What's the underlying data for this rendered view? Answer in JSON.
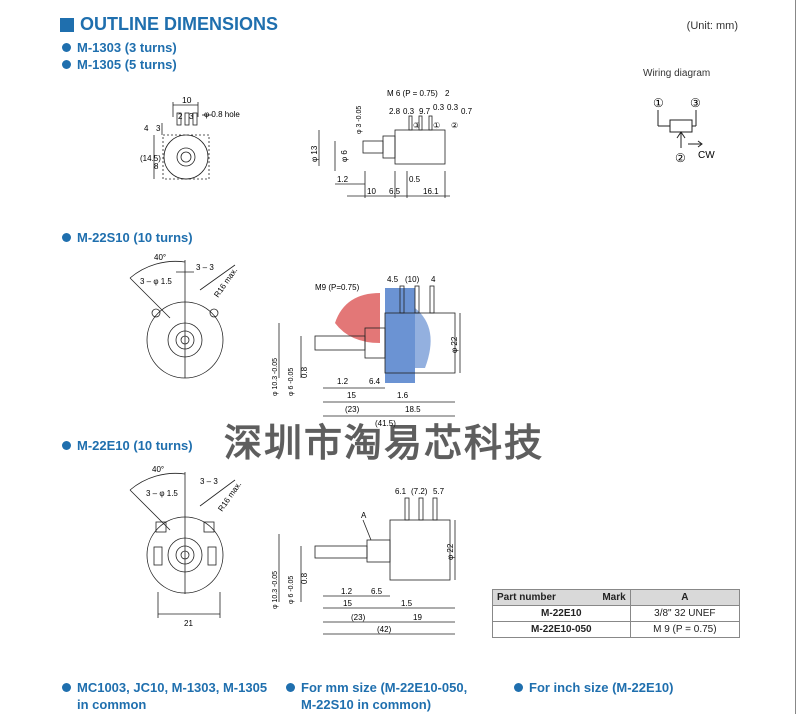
{
  "header": {
    "title": "OUTLINE DIMENSIONS",
    "unit": "(Unit: mm)"
  },
  "sections": {
    "m1303": "M-1303 (3 turns)",
    "m1305": "M-1305 (5 turns)",
    "m22s10": "M-22S10 (10 turns)",
    "m22e10": "M-22E10 (10 turns)"
  },
  "wiring": {
    "title": "Wiring diagram",
    "pin1": "①",
    "pin2": "②",
    "pin3": "③",
    "direction": "CW"
  },
  "m1303_front": {
    "d10": "10",
    "d2": "2",
    "d3": "3",
    "hole": "φ 0.8 hole",
    "d4": "4",
    "d3b": "3",
    "d145": "(14.5)",
    "d8": "8"
  },
  "m1303_side": {
    "m6": "M 6 (P = 0.75)",
    "d2": "2",
    "d28": "2.8",
    "d03a": "0.3",
    "d97": "9.7",
    "d03b": "0.3",
    "d03c": "0.3",
    "d07": "0.7",
    "phi3": "φ 3 -0.05",
    "phi13": "φ 13",
    "phi6": "φ 6",
    "d12": "1.2",
    "d05": "0.5",
    "d10": "10",
    "d65": "6.5",
    "d161": "16.1",
    "p3": "③",
    "p1": "①",
    "p2": "②"
  },
  "m22s10_front": {
    "angle": "40°",
    "d3a": "3 – 3",
    "hole": "3 – φ 1.5",
    "radius": "R16 max."
  },
  "m22s10_side": {
    "m9": "M9 (P=0.75)",
    "d45": "4.5",
    "d10": "(10)",
    "d4": "4",
    "phi22": "φ 22",
    "phi103": "φ 10.3 -0.05",
    "phi6": "φ 6 -0.05",
    "d08": "0.8",
    "d12": "1.2",
    "d64": "6.4",
    "d15": "15",
    "d16": "1.6",
    "d23": "(23)",
    "d185": "18.5",
    "d15b": "(41.5)"
  },
  "m22e10_front": {
    "angle": "40°",
    "d3a": "3 – 3",
    "hole": "3 – φ 1.5",
    "radius": "R16 max.",
    "d21": "21"
  },
  "m22e10_side": {
    "d61": "6.1",
    "d72": "(7.2)",
    "d57": "5.7",
    "markA": "A",
    "phi22": "φ 22",
    "phi103": "φ 10.3 -0.05",
    "phi6": "φ 6 -0.05",
    "d08": "0.8",
    "d12": "1.2",
    "d65": "6.5",
    "d15": "15",
    "d15b": "1.5",
    "d23": "(23)",
    "d19": "19",
    "d42": "(42)"
  },
  "part_table": {
    "headers": [
      "Part number",
      "Mark",
      "A"
    ],
    "rows": [
      [
        "M-22E10",
        "3/8\" 32 UNEF"
      ],
      [
        "M-22E10-050",
        "M 9 (P = 0.75)"
      ]
    ]
  },
  "footer": {
    "col1a": "MC1003, JC10, M-1303, M-1305",
    "col1b": "in common",
    "col2a": "For mm size (M-22E10-050,",
    "col2b": "M-22S10 in common)",
    "col3": "For inch size (M-22E10)"
  },
  "watermark": "深圳市淘易芯科技"
}
